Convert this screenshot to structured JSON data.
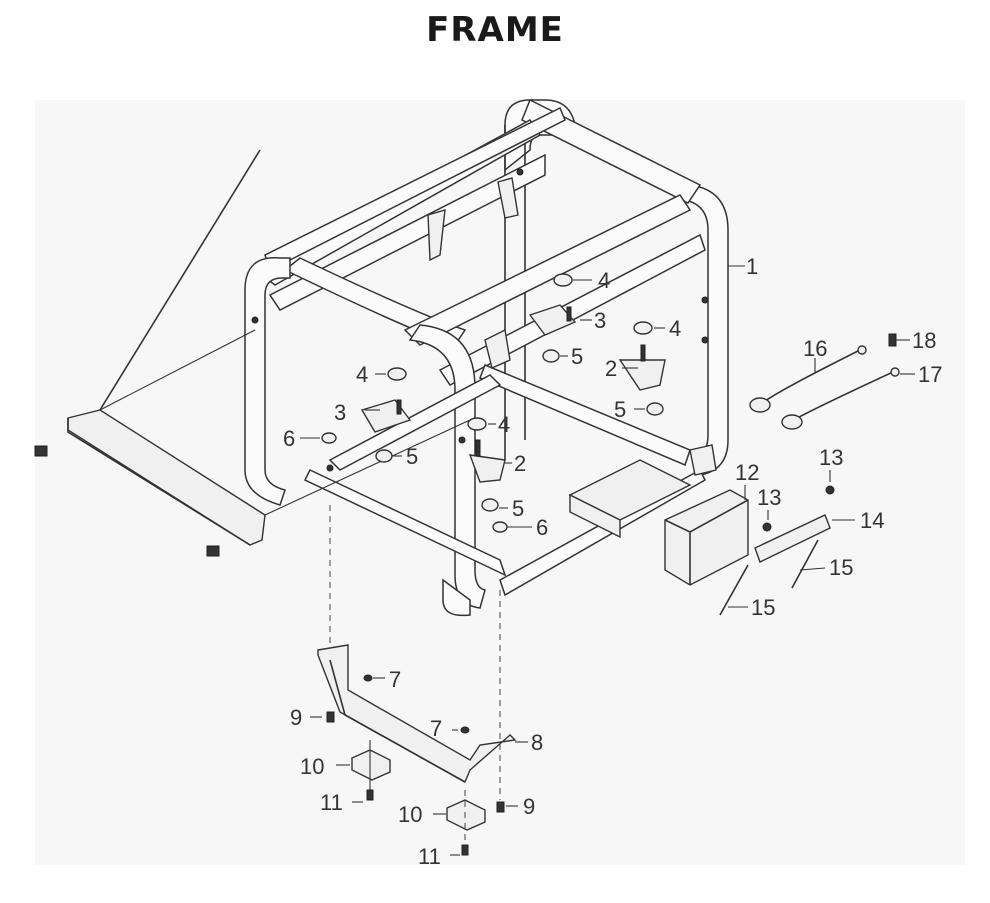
{
  "title": "FRAME",
  "callouts": {
    "c1": "1",
    "c2a": "2",
    "c2b": "2",
    "c3a": "3",
    "c3b": "3",
    "c4a": "4",
    "c4b": "4",
    "c4c": "4",
    "c4d": "4",
    "c5a": "5",
    "c5b": "5",
    "c5c": "5",
    "c5d": "5",
    "c6a": "6",
    "c6b": "6",
    "c7a": "7",
    "c7b": "7",
    "c8": "8",
    "c9a": "9",
    "c9b": "9",
    "c10a": "10",
    "c10b": "10",
    "c11a": "11",
    "c11b": "11",
    "c12": "12",
    "c13a": "13",
    "c13b": "13",
    "c14": "14",
    "c15a": "15",
    "c15b": "15",
    "c16": "16",
    "c17": "17",
    "c18": "18"
  }
}
